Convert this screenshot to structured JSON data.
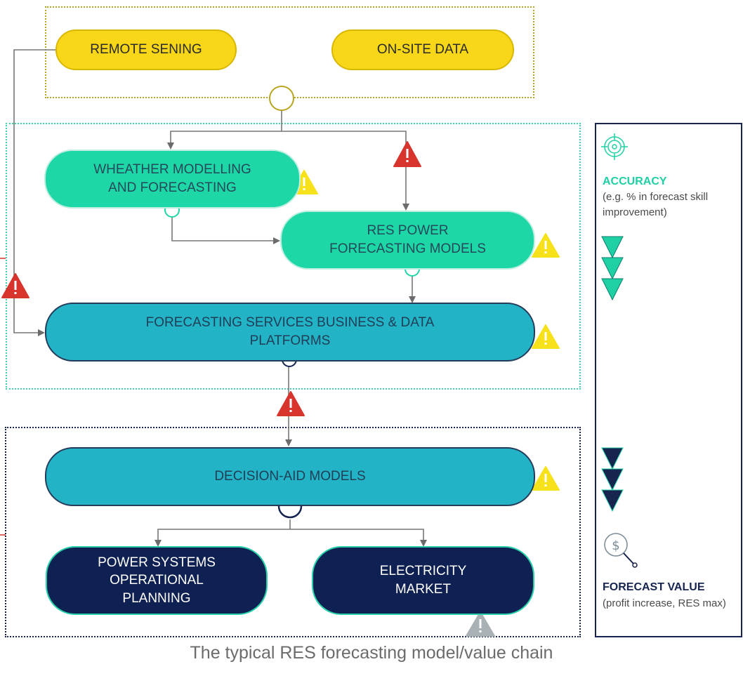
{
  "nodes": {
    "remote_sensing": "REMOTE SENING",
    "on_site_data": "ON-SITE DATA",
    "weather": "WHEATHER MODELLING\nAND FORECASTING",
    "res_power": "RES POWER\nFORECASTING MODELS",
    "services": "FORECASTING SERVICES BUSINESS & DATA\nPLATFORMS",
    "decision_aid": "DECISION-AID MODELS",
    "power_systems": "POWER SYSTEMS\nOPERATIONAL\nPLANNING",
    "market": "ELECTRICITY\nMARKET"
  },
  "side_panel": {
    "accuracy_title": "ACCURACY",
    "accuracy_desc": "(e.g. % in forecast skill improvement)",
    "value_title": "FORECAST VALUE",
    "value_desc": "(profit increase, RES max)"
  },
  "caption": "The typical RES forecasting model/value chain",
  "colors": {
    "yellow": "#f7d718",
    "green": "#1ed7a6",
    "teal": "#22b4c6",
    "navy": "#0f2052",
    "accuracy": "#1fd0a4",
    "value": "#16244f",
    "warning_red": "#d6342c",
    "warning_yellow": "#f6e11a",
    "warning_grey": "#a9b1b5"
  },
  "icons": [
    "target-icon",
    "dollar-magnifier-icon",
    "warning-icon"
  ]
}
